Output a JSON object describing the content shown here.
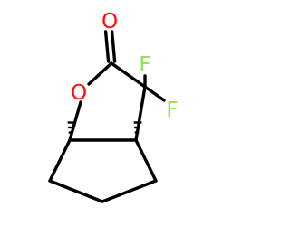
{
  "atoms": {
    "carbonyl_oxygen": {
      "label": "O",
      "color": "#ff0d0d"
    },
    "ring_oxygen": {
      "label": "O",
      "color": "#ff0d0d"
    },
    "fluorine_upper": {
      "label": "F",
      "color": "#90e050"
    },
    "fluorine_right": {
      "label": "F",
      "color": "#90e050"
    }
  },
  "colors": {
    "bond": "#000000",
    "background": "#ffffff"
  }
}
